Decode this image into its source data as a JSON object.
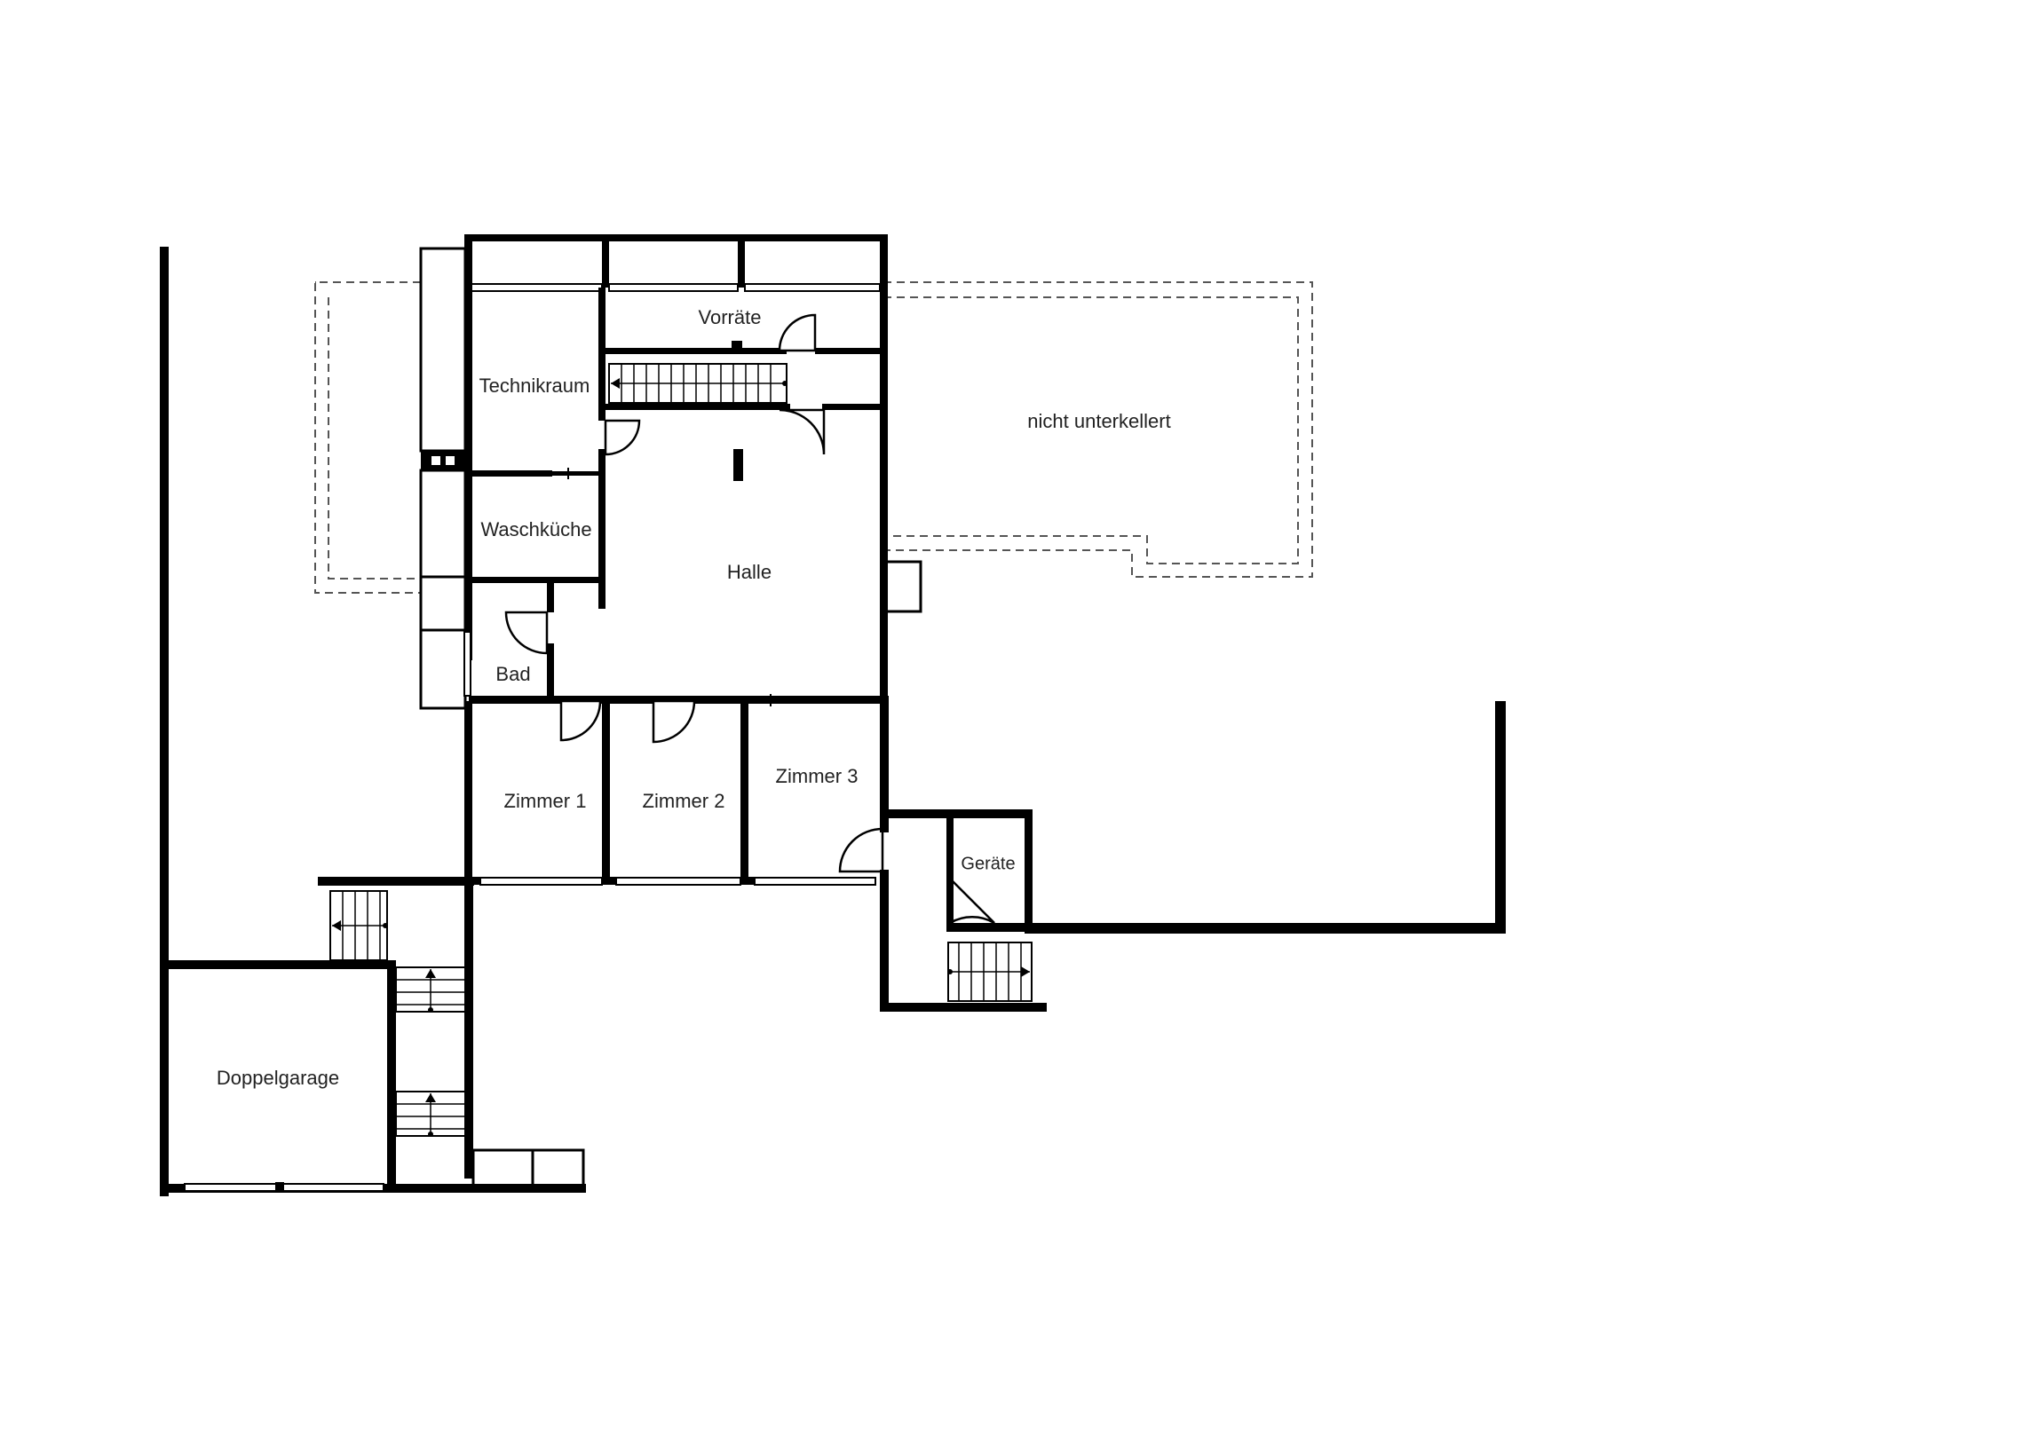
{
  "rooms": {
    "vorraete": "Vorräte",
    "technikraum": "Technikraum",
    "nicht_unterkellert": "nicht unterkellert",
    "waschkueche": "Waschküche",
    "halle": "Halle",
    "bad": "Bad",
    "zimmer1": "Zimmer 1",
    "zimmer2": "Zimmer 2",
    "zimmer3": "Zimmer 3",
    "geraete": "Geräte",
    "doppelgarage": "Doppelgarage"
  }
}
